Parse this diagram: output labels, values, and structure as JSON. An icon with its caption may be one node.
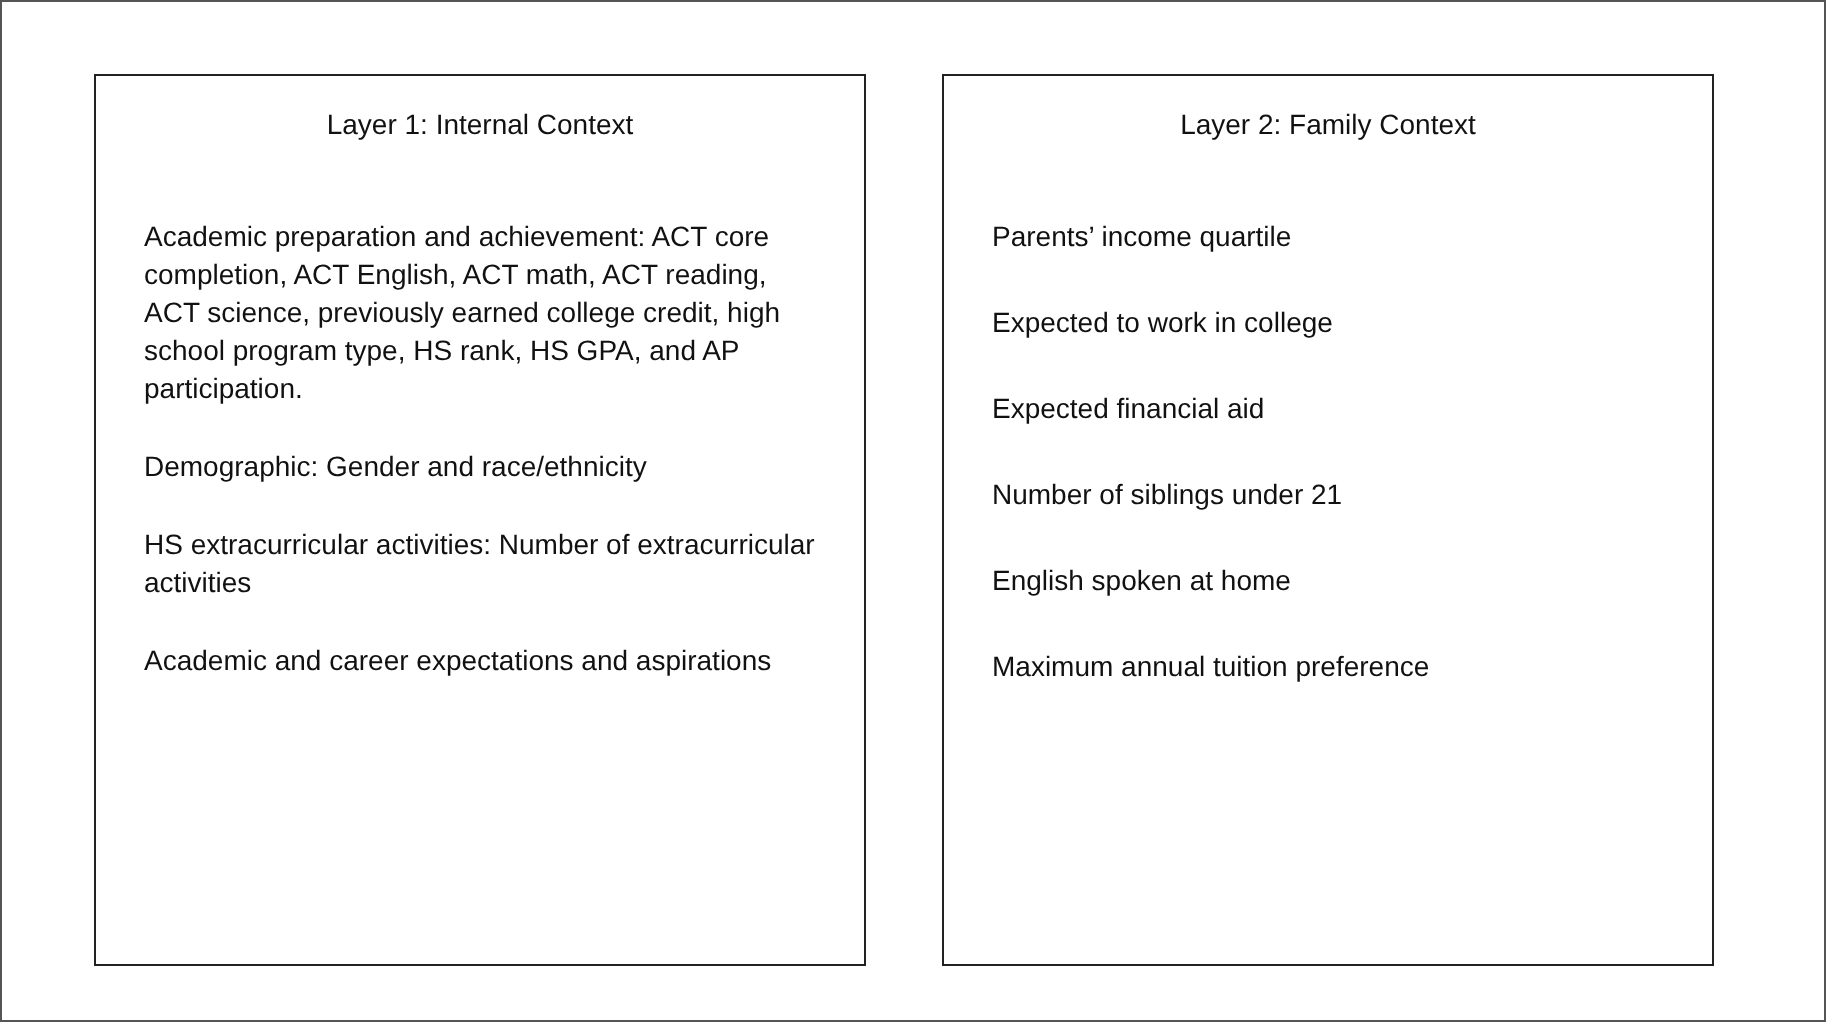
{
  "diagram": {
    "nodes": [
      {
        "text": [
          "Layer 1: Internal Context",
          "Academic preparation and achievement: ACT core completion, ACT English, ACT math, ACT reading, ACT science, previously earned college credit, high school program type, HS rank, HS GPA, and AP participation.",
          "Demographic: Gender and race/ethnicity",
          "HS extracurricular activities: Number of extracurricular activities",
          "Academic and career expectations and aspirations"
        ]
      },
      {
        "text": [
          "Layer 2: Family Context",
          "Parents’ income quartile",
          "Expected to work in college",
          "Expected financial aid",
          "Number of siblings under 21",
          "English spoken at home",
          "Maximum annual tuition preference"
        ]
      }
    ]
  }
}
